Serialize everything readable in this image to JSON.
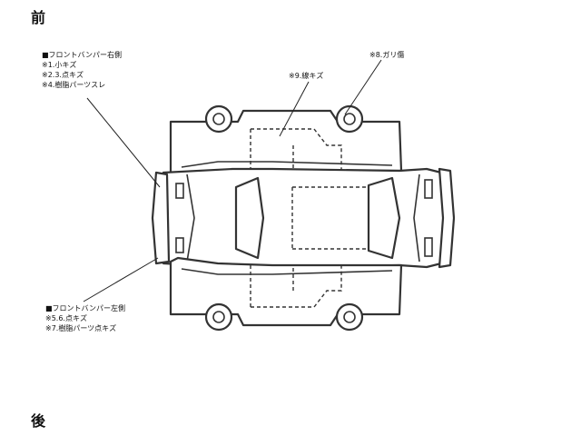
{
  "labels": {
    "front": "前",
    "rear": "後"
  },
  "notes": {
    "front_right": {
      "title": "■フロントバンパー右側",
      "lines": [
        "※1.小キズ",
        "※2.3.点キズ",
        "※4.樹脂パーツスレ"
      ]
    },
    "front_left": {
      "title": "■フロントバンパー左側",
      "lines": [
        "※5.6.点キズ",
        "※7.樹脂パーツ点キズ"
      ]
    },
    "line_scratch": "※9.線キズ",
    "dent": "※8.ガリ傷"
  }
}
